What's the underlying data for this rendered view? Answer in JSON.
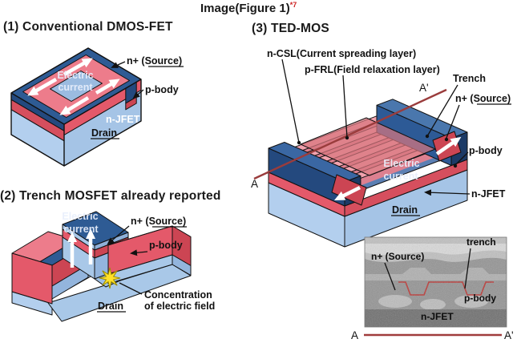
{
  "figure": {
    "title": "Image(Figure 1)",
    "reference_mark": "*7"
  },
  "panel1": {
    "heading": "(1) Conventional DMOS-FET",
    "labels": {
      "electric_line1": "Electric",
      "electric_line2": "current",
      "n_source": "n+ (Source)",
      "p_body": "p-body",
      "n_jfet": "n-JFET",
      "drain": "Drain"
    }
  },
  "panel2": {
    "heading": "(2) Trench MOSFET already reported",
    "labels": {
      "electric_line1": "Electric",
      "electric_line2": "current",
      "n_source": "n+ (Source)",
      "p_body": "p-body",
      "drain": "Drain",
      "concentration_line1": "Concentration",
      "concentration_line2": "of electric field"
    }
  },
  "panel3": {
    "heading": "(3) TED-MOS",
    "labels": {
      "n_csl": "n-CSL(Current spreading layer)",
      "p_frl": "p-FRL(Field relaxation layer)",
      "trench": "Trench",
      "n_source": "n+ (Source)",
      "p_body": "p-body",
      "n_jfet": "n-JFET",
      "drain": "Drain",
      "electric_line1": "Electric",
      "electric_line2": "current",
      "section_a": "A",
      "section_a_prime": "A'"
    }
  },
  "sem": {
    "labels": {
      "n_source": "n+ (Source)",
      "trench": "trench",
      "p_body": "p-body",
      "n_jfet": "n-JFET",
      "section_a": "A",
      "section_a_prime": "A'"
    }
  },
  "colors": {
    "dark_blue": "#2e5b94",
    "mid_blue": "#4a77ad",
    "light_blue": "#a9c8e8",
    "red": "#e4596a",
    "dark_red": "#cc4553",
    "pink": "#f2a2ae",
    "section_line": "#9a3c3c",
    "star_yellow": "#ffe02a",
    "reference_red": "#cc2020"
  }
}
